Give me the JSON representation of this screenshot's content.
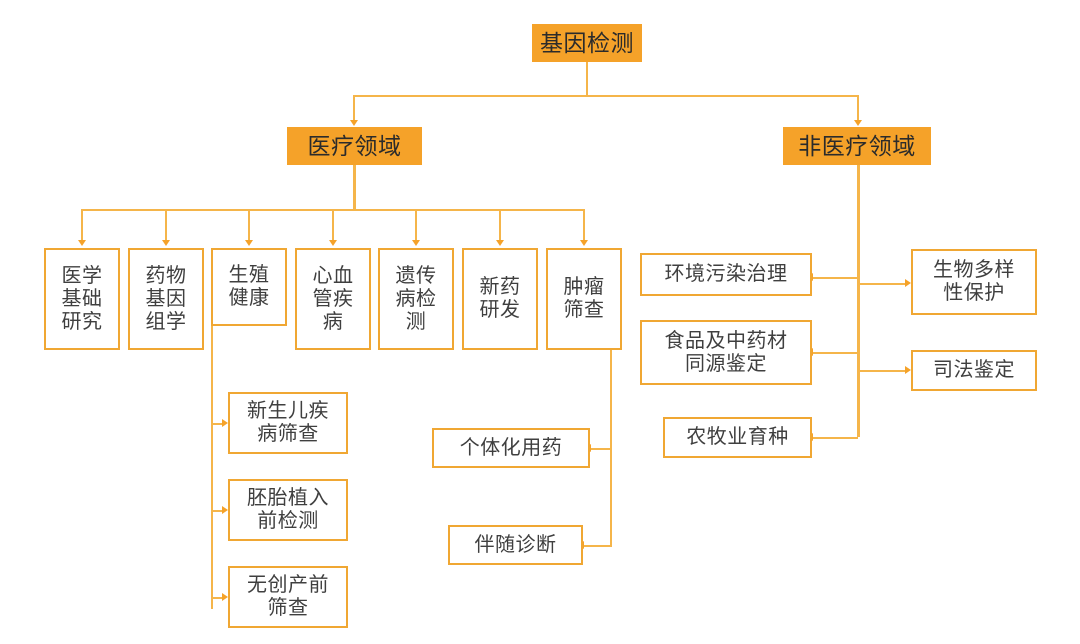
{
  "diagram": {
    "type": "tree-mindmap",
    "accent_color": "#f5a229",
    "line_color": "#f5b54a",
    "node_border_color": "#f0a733",
    "node_text_color": "#3f3f3f",
    "background": "#ffffff",
    "root": {
      "label": "基因检测"
    },
    "branches": [
      {
        "label": "医疗领域"
      },
      {
        "label": "非医疗领域"
      }
    ],
    "medical_children": [
      {
        "label": "医学\n基础\n研究"
      },
      {
        "label": "药物\n基因\n组学"
      },
      {
        "label": "生殖\n健康"
      },
      {
        "label": "心血\n管疾\n病"
      },
      {
        "label": "遗传\n病检\n测"
      },
      {
        "label": "新药\n研发"
      },
      {
        "label": "肿瘤\n筛查"
      }
    ],
    "reproductive_children": [
      {
        "label": "新生儿疾\n病筛查"
      },
      {
        "label": "胚胎植入\n前检测"
      },
      {
        "label": "无创产前\n筛查"
      }
    ],
    "tumor_children": [
      {
        "label": "个体化用药"
      },
      {
        "label": "伴随诊断"
      }
    ],
    "nonmedical_left_children": [
      {
        "label": "环境污染治理"
      },
      {
        "label": "食品及中药材\n同源鉴定"
      },
      {
        "label": "农牧业育种"
      }
    ],
    "nonmedical_right_children": [
      {
        "label": "生物多样\n性保护"
      },
      {
        "label": "司法鉴定"
      }
    ]
  }
}
